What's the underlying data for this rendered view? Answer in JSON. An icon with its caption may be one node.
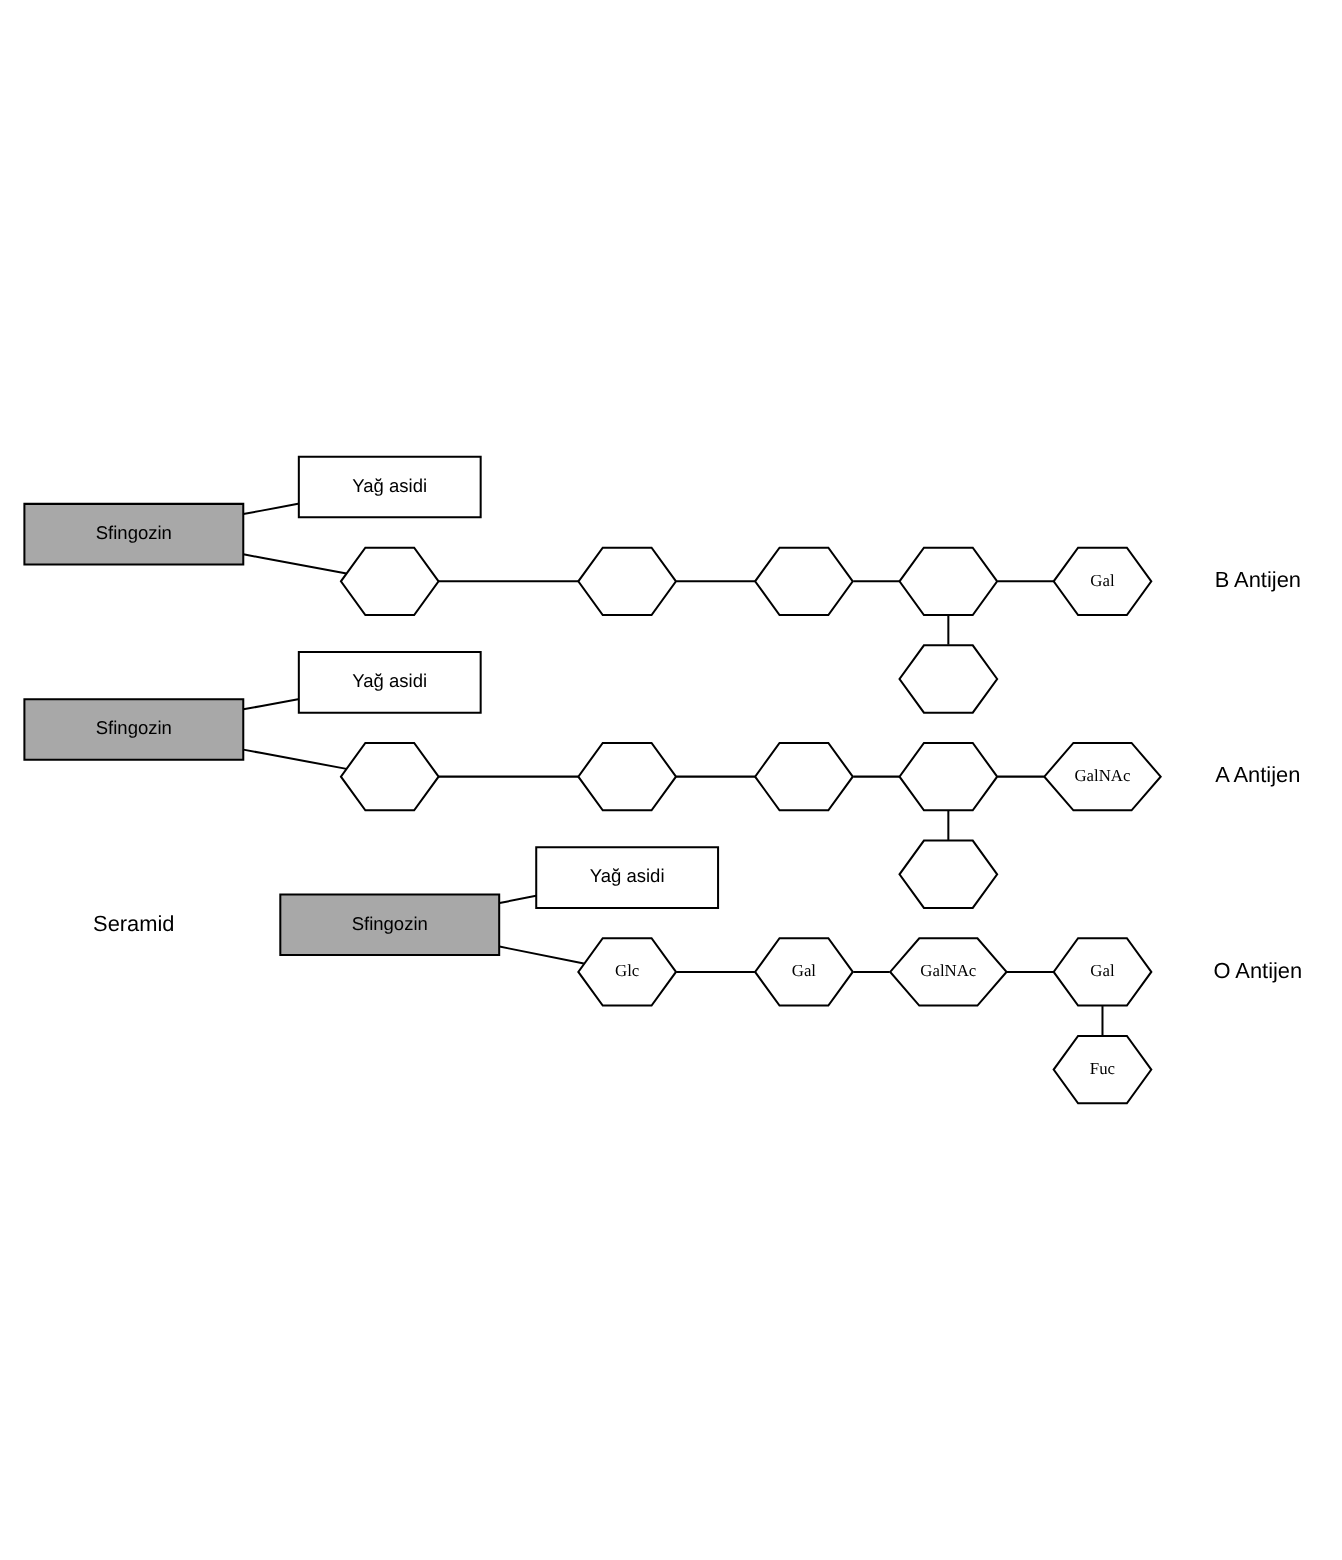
{
  "diagram": {
    "nodes": [
      {
        "text": [
          "Sfingozin"
        ]
      },
      {
        "text": [
          "Yağ asidi"
        ]
      },
      {
        "text": [
          "Glc"
        ]
      },
      {
        "text": [
          "Gal"
        ]
      },
      {
        "text": [
          "GalNAc"
        ]
      },
      {
        "text": [
          "Gal"
        ]
      },
      {
        "text": [
          "Fuc"
        ]
      },
      {
        "text": [
          "Sfingozin"
        ]
      },
      {
        "text": [
          "Yağ asidi"
        ]
      },
      {
        "text": [],
        "shape": "hexagon"
      },
      {
        "text": [],
        "shape": "hexagon"
      },
      {
        "text": [],
        "shape": "hexagon"
      },
      {
        "text": [],
        "shape": "hexagon"
      },
      {
        "text": [
          "GalNAc"
        ]
      },
      {
        "text": [],
        "shape": "hexagon"
      },
      {
        "text": [
          "Sfingozin"
        ]
      },
      {
        "text": [
          "Yağ asidi"
        ]
      },
      {
        "text": [],
        "shape": "hexagon"
      },
      {
        "text": [],
        "shape": "hexagon"
      },
      {
        "text": [],
        "shape": "hexagon"
      },
      {
        "text": [],
        "shape": "hexagon"
      },
      {
        "text": [
          "Gal"
        ]
      },
      {
        "text": [],
        "shape": "hexagon"
      }
    ],
    "edges": [
      {
        "from": 0,
        "to": 1,
        "arrow": "none"
      },
      {
        "from": 0,
        "to": 2,
        "arrow": "none"
      },
      {
        "from": 2,
        "to": 3,
        "arrow": "none"
      },
      {
        "from": 3,
        "to": 4,
        "arrow": "none"
      },
      {
        "from": 4,
        "to": 5,
        "arrow": "none"
      },
      {
        "from": 5,
        "to": 6,
        "arrow": "none"
      },
      {
        "from": 7,
        "to": 8,
        "arrow": "none"
      },
      {
        "from": 7,
        "to": 9,
        "arrow": "none"
      },
      {
        "from": 9,
        "to": 10,
        "arrow": "none"
      },
      {
        "from": 10,
        "to": 11,
        "arrow": "none"
      },
      {
        "from": 11,
        "to": 12,
        "arrow": "none"
      },
      {
        "from": 12,
        "to": 13,
        "arrow": "none"
      },
      {
        "from": 12,
        "to": 14,
        "arrow": "none"
      },
      {
        "from": 15,
        "to": 16,
        "arrow": "none"
      },
      {
        "from": 15,
        "to": 17,
        "arrow": "none"
      },
      {
        "from": 17,
        "to": 18,
        "arrow": "none"
      },
      {
        "from": 18,
        "to": 19,
        "arrow": "none"
      },
      {
        "from": 19,
        "to": 20,
        "arrow": "none"
      },
      {
        "from": 20,
        "to": 21,
        "arrow": "none"
      },
      {
        "from": 20,
        "to": 22,
        "arrow": "none"
      }
    ],
    "labels": [
      "Seramid",
      "O Antijen",
      "A Antijen",
      "B Antijen"
    ]
  }
}
